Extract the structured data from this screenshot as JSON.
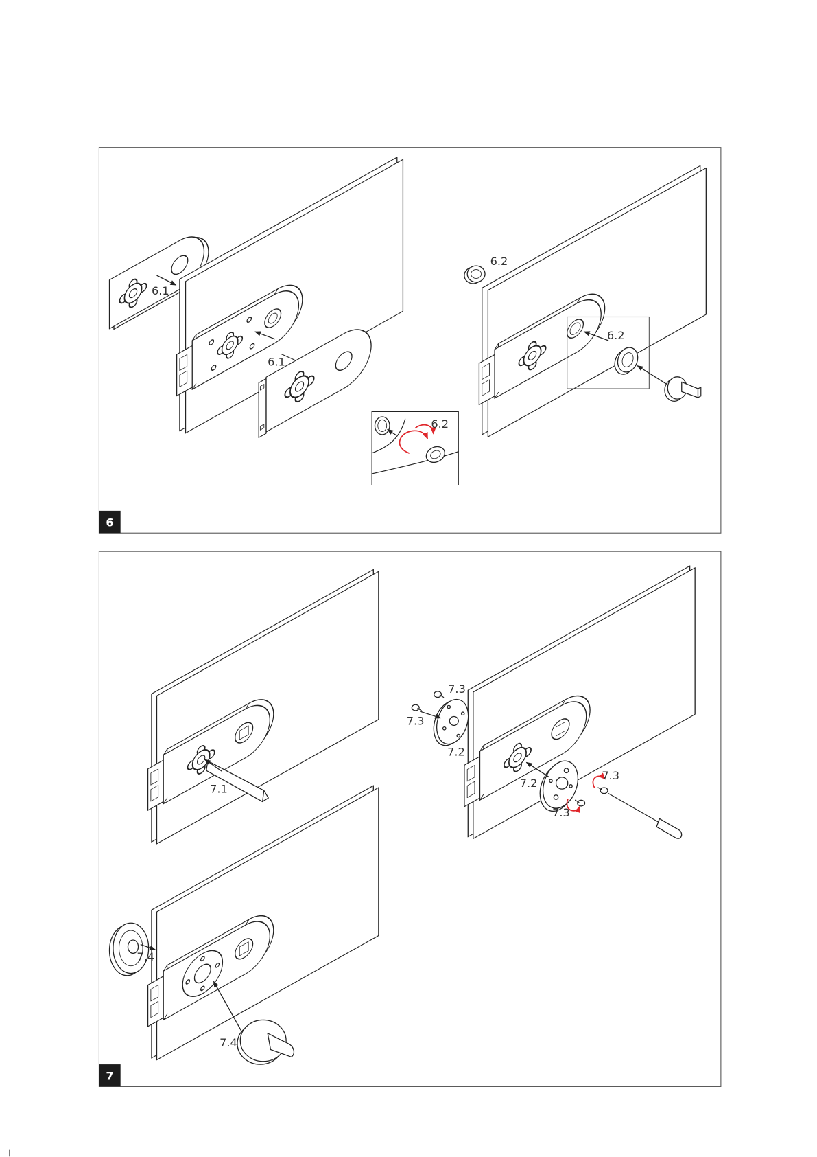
{
  "colors": {
    "line": "#222222",
    "rotate_arrow": "#e0262b",
    "badge": "#1c1c1c",
    "badge_text": "#ffffff",
    "background": "#ffffff"
  },
  "step_6": {
    "badge": "6",
    "labels": {
      "plate_rear": "6.1",
      "plate_front": "6.1",
      "ring_spare": "6.2",
      "ring_fit": "6.2",
      "ring_rotate": "6.2"
    }
  },
  "step_7": {
    "badge": "7",
    "labels": {
      "spindle": "7.1",
      "screw_rear_top": "7.3",
      "screw_rear_left": "7.3",
      "rose_rear": "7.2",
      "rose_front": "7.2",
      "screw_front_right": "7.3",
      "screw_front_bottom": "7.3",
      "rose_cover": "7.4",
      "knob": "7.4"
    }
  }
}
